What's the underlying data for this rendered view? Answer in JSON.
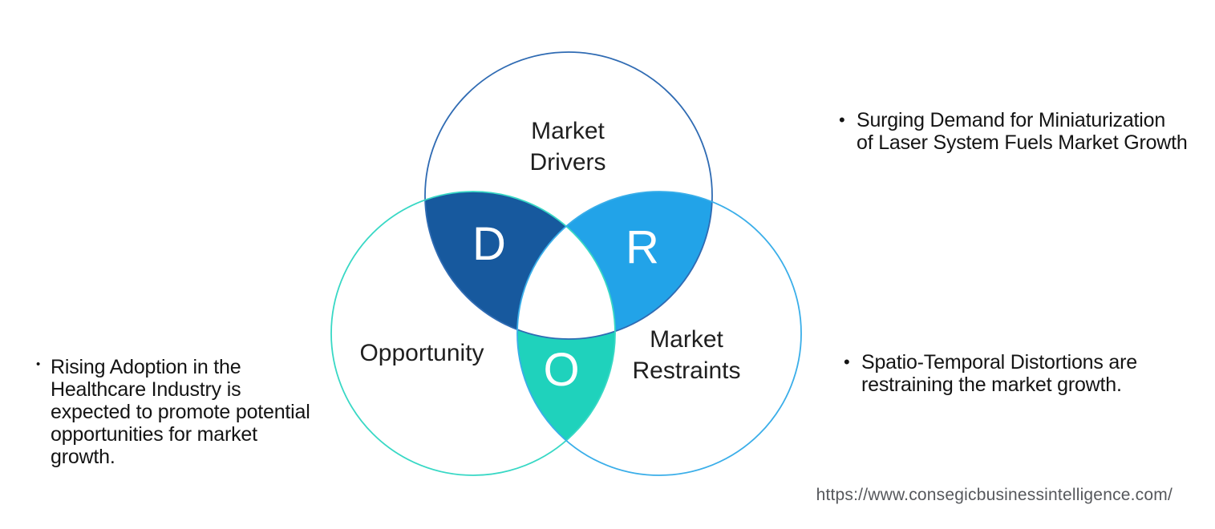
{
  "venn": {
    "label_color": "#1f1f1f",
    "letter_color": "#ffffff",
    "triple_fill": "#ffffff",
    "drivers": {
      "label": [
        "Market",
        "Drivers"
      ],
      "letter": "D",
      "circle_stroke": "#2f6bb3",
      "lens_fill": "#17599e"
    },
    "opportunity": {
      "label": [
        "Opportunity"
      ],
      "letter": "O",
      "circle_stroke": "#38d8c5",
      "lens_fill": "#1fd2bc"
    },
    "restraints": {
      "label": [
        "Market",
        "Restraints"
      ],
      "letter": "R",
      "circle_stroke": "#3aaee9",
      "lens_fill": "#22a3e8"
    }
  },
  "annotations": {
    "left": {
      "bullet": "•",
      "lines": [
        "Rising Adoption in the",
        "Healthcare Industry is",
        "expected to promote potential",
        "opportunities for market",
        "growth."
      ]
    },
    "right_top": {
      "bullet": "•",
      "lines": [
        "Surging Demand for Miniaturization",
        "of Laser System Fuels Market Growth"
      ]
    },
    "right_bottom": {
      "bullet": "•",
      "lines": [
        "Spatio-Temporal Distortions are",
        "restraining the market growth."
      ]
    }
  },
  "footer": {
    "url": "https://www.consegicbusinessintelligence.com/"
  }
}
